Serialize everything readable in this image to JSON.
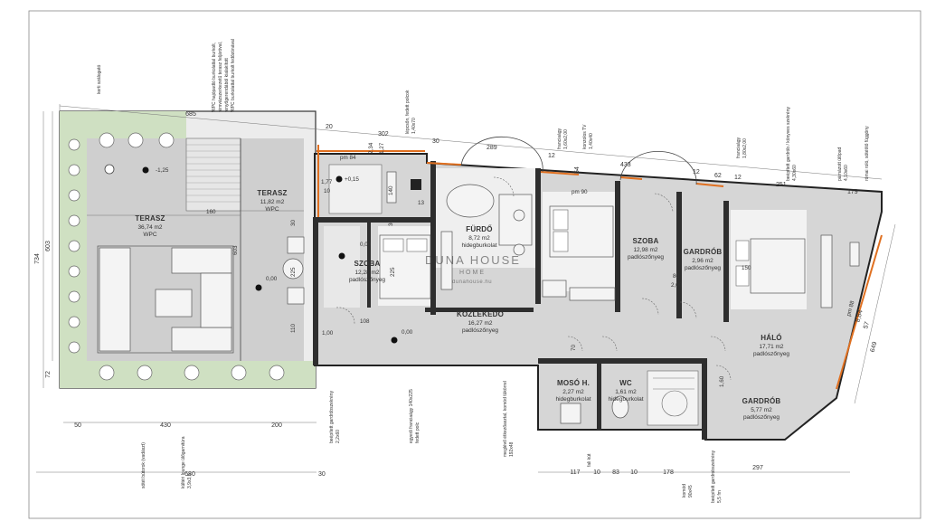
{
  "rooms": {
    "terasz_big": {
      "name": "TERASZ",
      "area": "36,74 m2",
      "floor": "WPC"
    },
    "terasz_small": {
      "name": "TERASZ",
      "area": "11,82 m2",
      "floor": "WPC"
    },
    "szoba_left": {
      "name": "SZOBA",
      "area": "12,28 m2",
      "floor": "padlószőnyeg"
    },
    "furdo": {
      "name": "FÜRDŐ",
      "area": "8,72 m2",
      "floor": "hidegburkolat"
    },
    "szoba_mid": {
      "name": "SZOBA",
      "area": "12,98 m2",
      "floor": "padlószőnyeg"
    },
    "gardrob_top": {
      "name": "GARDRÓB",
      "area": "2,96 m2",
      "floor": "padlószőnyeg"
    },
    "kozlekedo": {
      "name": "KÖZLEKEDŐ",
      "area": "16,27 m2",
      "floor": "padlószőnyeg"
    },
    "halo": {
      "name": "HÁLÓ",
      "area": "17,71 m2",
      "floor": "padlószőnyeg"
    },
    "moso": {
      "name": "MOSÓ H.",
      "area": "2,27 m2",
      "floor": "hidegburkolat"
    },
    "wc": {
      "name": "WC",
      "area": "1,61 m2",
      "floor": "hidegburkolat"
    },
    "gardrob_bottom": {
      "name": "GARDRÓB",
      "area": "5,77 m2",
      "floor": "padlószőnyeg"
    }
  },
  "levels": {
    "terrace": "-1,25",
    "small_terrace": "+0,15",
    "terrace_floor": "0,00",
    "room_left": "0,00",
    "hall": "0,00"
  },
  "dims": {
    "top_685": "685",
    "top_20": "20",
    "top_302": "302",
    "top_30": "30",
    "top_289": "289",
    "top_12a": "12",
    "top_54": "54",
    "top_433": "433",
    "top_12b": "12",
    "top_62": "62",
    "top_12c": "12",
    "top_251": "251",
    "top_179": "179",
    "left_734": "734",
    "left_603": "603",
    "left_72": "72",
    "b1_50": "50",
    "b1_430": "430",
    "b1_200": "200",
    "b2_680": "680",
    "b2_30": "30",
    "b3_117": "117",
    "b3_10a": "10",
    "b3_83": "83",
    "b3_10b": "10",
    "b3_178": "178",
    "b3_297": "297",
    "right_649": "649",
    "right_884": "8,84",
    "right_57": "57",
    "in_160": "160",
    "in_603": "603",
    "in_225": "225",
    "in_225b": "225",
    "in_110": "110",
    "in_30a": "30",
    "in_30b": "30",
    "in_108": "108",
    "in_234": "2,34",
    "in_127": "1,27",
    "in_177": "1,77",
    "in_10": "10",
    "in_140": "140",
    "in_pm84": "pm 84",
    "in_pm90": "pm 90",
    "in_pm88": "pm 88",
    "in_80": "80",
    "in_200": "2,00",
    "in_100": "1,00",
    "in_70": "70",
    "in_160b": "1,60",
    "in_150": "150",
    "in_13": "13"
  },
  "notes": {
    "kerti_szalogato": "kerti szálogató",
    "wpc_1": "WPC hajópadló burkolattal burkolt,",
    "wpc_2": "fémvázszerkezetű terasz feljáróval,",
    "wpc_3": "fenyőgerendából kialakított",
    "wpc_4": "WPC burkolattal burkolt fedőzónával",
    "lepcso": "lépcsőn, fedett polcok",
    "lepcso_dim": "1,40x70",
    "francia_agy": "franciaágy",
    "francia_agy_dim": "1,60x2,00",
    "konzolos_tv": "konzolos TV",
    "konzolos_tv_dim": "1,40x40",
    "francia_agy2": "franciaágy",
    "francia_agy2_dim": "1,80x2,00",
    "beepitett_gardrob_konyves": "beépített gardrób / könyves szekrény",
    "beepitett_gardrob_konyves_dim": "4,30x60",
    "parnazott_ulopad": "párnázott ülőpad",
    "parnazott_ulopad_dim": "4,10x60",
    "romai_roló": "római roló, sötétítő függöny",
    "sotet_butorok": "sötét bútorok (vadászt)",
    "kulteri_lounge": "kültéri lounge ülőgarnitúra",
    "kulteri_lounge_dim": "3,9x3,5",
    "beepitett_gardrob": "beépített gardróbszekrény",
    "beepitett_gardrob_dim": "2,2x60",
    "egyedi_franciaagy": "egyedi franciaágy 140x225",
    "egyedi_franciaagy_2": "fedett polc",
    "meglevo_komod": "meglévő étkezőasztal, komód tükörrel",
    "meglevo_komod_dim": "192x48",
    "fali_kut": "fali kút",
    "komod": "komód",
    "komod_dim": "90x45",
    "beepitett_gardrob_bottom": "beépített gardrobszekrény",
    "beepitett_gardrob_bottom_dim": "5,5 fm"
  },
  "watermark": {
    "line1": "DUNA HOUSE",
    "line2": "HOME",
    "line3": "dunahouse.hu"
  }
}
